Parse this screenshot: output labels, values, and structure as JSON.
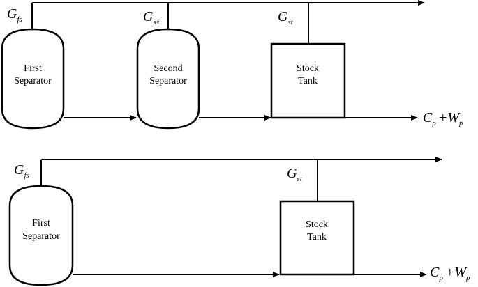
{
  "diagram1": {
    "gas_labels": [
      {
        "main": "G",
        "sub": "fs"
      },
      {
        "main": "G",
        "sub": "ss"
      },
      {
        "main": "G",
        "sub": "st"
      }
    ],
    "vessels": [
      {
        "line1": "First",
        "line2": "Separator"
      },
      {
        "line1": "Second",
        "line2": "Separator"
      }
    ],
    "tank": {
      "line1": "Stock",
      "line2": "Tank"
    },
    "output": {
      "c": "C",
      "c_sub": "p",
      "plus": "+W",
      "w_sub": "p"
    }
  },
  "diagram2": {
    "gas_labels": [
      {
        "main": "G",
        "sub": "fs"
      },
      {
        "main": "G",
        "sub": "st"
      }
    ],
    "vessels": [
      {
        "line1": "First",
        "line2": "Separator"
      }
    ],
    "tank": {
      "line1": "Stock",
      "line2": "Tank"
    },
    "output": {
      "c": "C",
      "c_sub": "p",
      "plus": "+W",
      "w_sub": "p"
    }
  }
}
